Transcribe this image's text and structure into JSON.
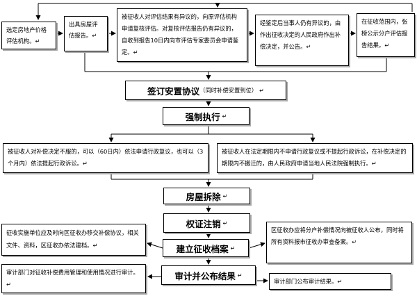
{
  "steps": {
    "valuation_select": "选定房地产价格评估机构。",
    "valuation_report": "出具房屋评估报告。",
    "objection_review": "被征收人对评估结果有异议的，向原评估机构申请复核评估。对复核评估报告仍有异议的，自收到报告10日内向市评估专家委员会申请鉴定。",
    "after_appraisal": "经鉴定后当事人仍有异议的，由作出征收决定的人民政府作出补偿决定，并公告。",
    "publish_result": "在征收范围内，张榜公示分户评估报告结果。",
    "sign_agreement": {
      "title": "签订安置协议",
      "note": "（同时补偿安置到位）"
    },
    "enforce": {
      "title": "强制执行"
    },
    "enforce_left": "被征收人对补偿决定不服的，可以（60日内）依法申请行政复议，也可以（3个月内）依法提起行政诉讼。",
    "enforce_right": "被征收人在法定期限内不申请行政复议或不提起行政诉讼，在补偿决定的期限内不搬迁的，由人民政府申请当地人民法院强制执行。",
    "demolition": {
      "title": "房屋拆除"
    },
    "rights_cancel": {
      "title": "权证注销"
    },
    "archive": {
      "title": "建立征收档案"
    },
    "archive_left": "征收实施单位应及时向区征收办移交补偿协议，相关文件、资料，区征收办依法建档。",
    "archive_right": "区征收办应将分户补偿情况向被征收人公布，同时将所有资料报市征收办审查备案。",
    "audit": {
      "title": "审计并公布结果"
    },
    "audit_left": "审计部门对征收补偿费用管理和使用情况进行审计。",
    "audit_right": "审计部门公布审计结果。"
  },
  "tails": {
    "return_mark": "↵"
  }
}
